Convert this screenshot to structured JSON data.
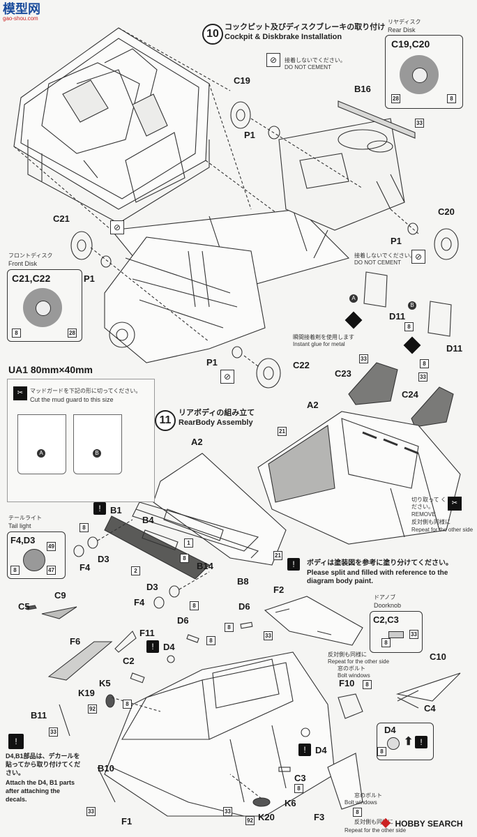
{
  "header": {
    "logo": "模型网",
    "url": "gao-shou.com"
  },
  "step10": {
    "number": "10",
    "title_jp": "コックピット及びディスクブレーキの取り付け",
    "title_en": "Cockpit & Diskbrake Installation"
  },
  "rear_disk": {
    "title_jp": "リヤディスク",
    "title_en": "Rear Disk",
    "parts": "C19,C20",
    "c1": "28",
    "c2": "8"
  },
  "front_disk": {
    "title_jp": "フロントディスク",
    "title_en": "Front Disk",
    "parts": "C21,C22",
    "c1": "8",
    "c2": "28"
  },
  "no_cement": {
    "jp": "接着しないでください。",
    "en": "DO NOT CEMENT"
  },
  "glue_metal": {
    "jp": "瞬間接着剤を使用します",
    "en": "Instant glue for metal"
  },
  "labels10": {
    "c19": "C19",
    "b16": "B16",
    "p1a": "P1",
    "c21": "C21",
    "p1b": "P1",
    "c20": "C20",
    "p1c": "P1",
    "p1d": "P1",
    "c22": "C22",
    "d11a": "D11",
    "d11b": "D11",
    "c23": "C23",
    "c24": "C24",
    "n33a": "33",
    "n8a": "8",
    "n8b": "8",
    "n33b": "33",
    "n33c": "33",
    "ma": "A",
    "mb": "B"
  },
  "ua1": {
    "title": "UA1  80mm×40mm",
    "jp": "マッドガードを下記の形に切ってください。",
    "en": "Cut the mud guard to this size",
    "a": "A",
    "b": "B"
  },
  "step11": {
    "number": "11",
    "title_jp": "リアボディの組み立て",
    "title_en": "RearBody Assembly"
  },
  "tail_light": {
    "title_jp": "テールライト",
    "title_en": "Tail light",
    "parts": "F4,D3",
    "c1": "49",
    "c2": "8",
    "c3": "47"
  },
  "labels11": {
    "a2a": "A2",
    "a2b": "A2",
    "b1": "B1",
    "b4": "B4",
    "n1": "1",
    "n8c": "8",
    "d3a": "D3",
    "f4a": "F4",
    "n8d": "8",
    "b14": "B14",
    "n2": "2",
    "b8": "B8",
    "d3b": "D3",
    "f4b": "F4",
    "n8e": "8",
    "n21a": "21",
    "n21b": "21"
  },
  "remove": {
    "jp": "切り取って ください。",
    "en": "REMOVE",
    "jp2": "反対側も同様に",
    "en2": "Repeat for the other side"
  },
  "paint_note": {
    "jp": "ボディは塗装図を参考に塗り分けてください。",
    "en": "Please split and filled with reference to the diagram body paint."
  },
  "doorknob": {
    "title_jp": "ドアノブ",
    "title_en": "Doorknob",
    "parts": "C2,C3",
    "c1": "8",
    "c2": "33"
  },
  "labels_body": {
    "c5": "C5",
    "c9": "C9",
    "f2": "F2",
    "d6a": "D6",
    "d6b": "D6",
    "n8f": "8",
    "n8g": "8",
    "n8h": "8",
    "n33d": "33",
    "f6": "F6",
    "f11": "F11",
    "d4a": "D4",
    "c2": "C2",
    "k5": "K5",
    "k19": "K19",
    "n92a": "92",
    "n8i": "8",
    "b11": "B11",
    "n33e": "33",
    "c10": "C10",
    "c4": "C4",
    "f10": "F10",
    "n8j": "8",
    "d4b": "D4",
    "c3": "C3",
    "n8k": "8",
    "k6": "K6",
    "n8l": "8",
    "b10": "B10",
    "n33f": "33",
    "f1": "F1",
    "n33g": "33",
    "k20": "K20",
    "n92b": "92",
    "f3": "F3",
    "n8m": "8"
  },
  "repeat_other": {
    "jp": "反対側も同様に",
    "en": "Repeat for the other side",
    "jp2": "窓のボルト",
    "en2": "Bolt windows"
  },
  "bolt_windows": {
    "jp": "窓のボルト",
    "en": "Bolt windows",
    "jp2": "反対側も同様に",
    "en2": "Repeat for the other side"
  },
  "d4_box": {
    "part": "D4",
    "num": "8"
  },
  "decal_note": {
    "jp": "D4,B1部品は、デカールを貼ってから取り付けてください。",
    "en": "Attach the D4, B1 parts after attaching the decals."
  },
  "watermark": "HOBBY SEARCH"
}
